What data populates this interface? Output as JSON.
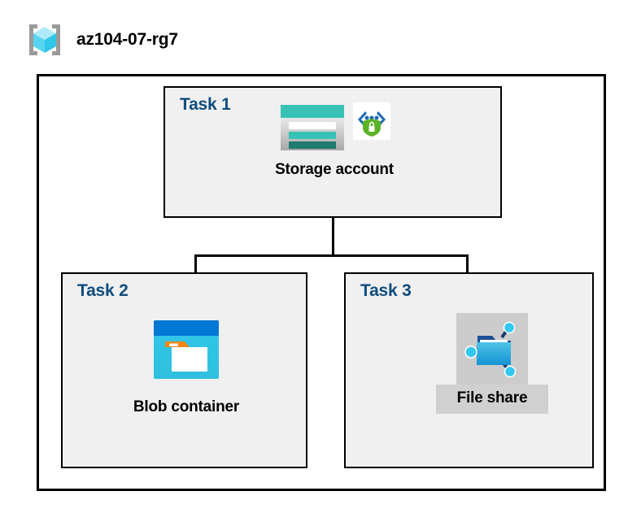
{
  "resource_group": {
    "name": "az104-07-rg7",
    "icon": "resource-group-cube-icon"
  },
  "diagram": {
    "type": "hierarchy",
    "root": "Task 1",
    "children": [
      "Task 2",
      "Task 3"
    ]
  },
  "tasks": [
    {
      "id": "task1",
      "label": "Task 1",
      "node_caption": "Storage account",
      "icons": [
        "storage-account-icon",
        "secure-endpoint-shield-icon"
      ],
      "highlighted": false
    },
    {
      "id": "task2",
      "label": "Task 2",
      "node_caption": "Blob container",
      "icons": [
        "blob-container-icon"
      ],
      "highlighted": false
    },
    {
      "id": "task3",
      "label": "Task 3",
      "node_caption": "File share",
      "icons": [
        "file-share-icon"
      ],
      "highlighted": true
    }
  ],
  "colors": {
    "task_label": "#0f4c7d",
    "caption": "#000000",
    "box_fill": "#f0f0f0",
    "box_border": "#000000",
    "canvas": "#ffffff",
    "highlight_fill": "#d0d0d0",
    "storage_teal": "#37c2b5",
    "storage_dark_teal": "#1f7a6f",
    "blob_blue": "#0078d4",
    "blob_cyan": "#32c3e8",
    "blob_orange": "#f2860f",
    "shield_green": "#5bb226",
    "bracket_blue": "#1f6bb0",
    "cube_cyan": "#64dcf5",
    "bracket_gray": "#9a9a9a"
  }
}
